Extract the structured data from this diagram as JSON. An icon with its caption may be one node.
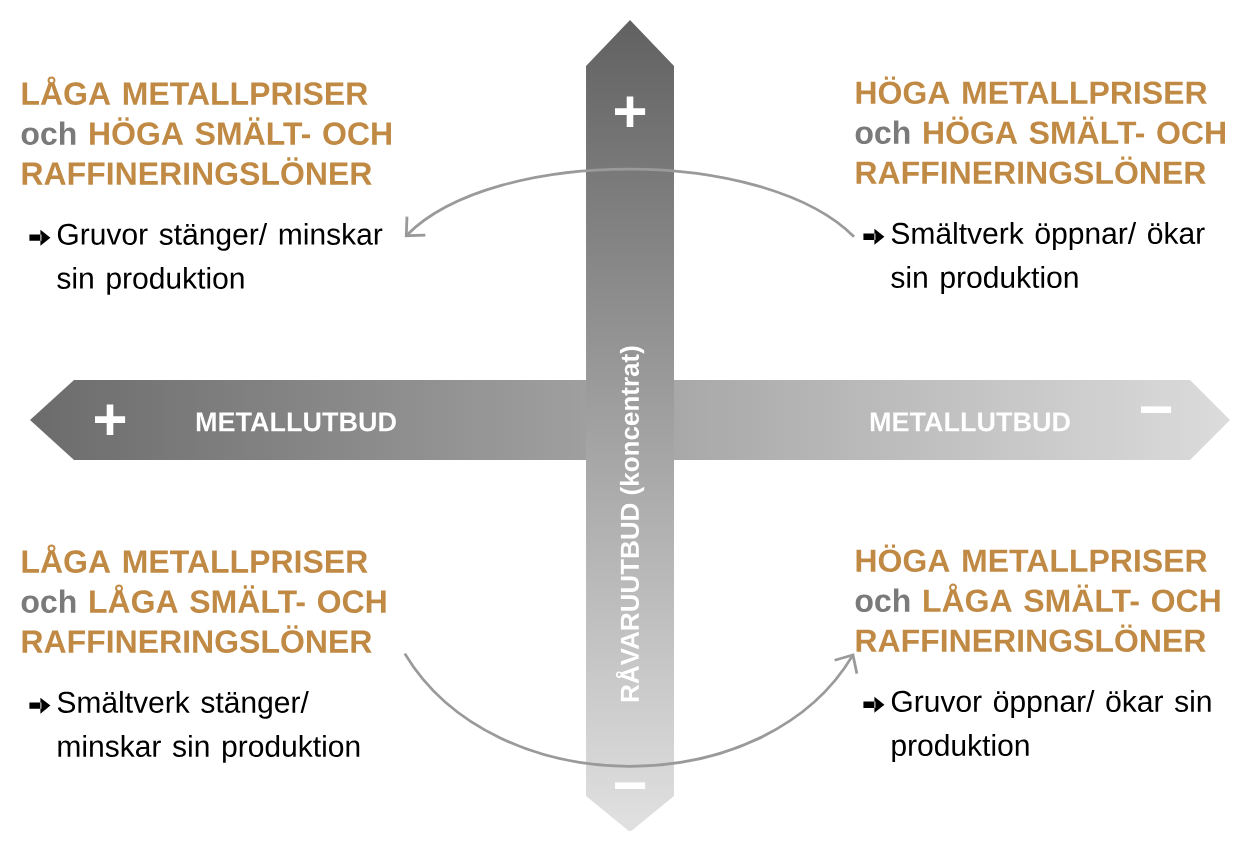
{
  "diagram": {
    "nodes": [
      {
        "text": [
          "LÅGA METALLPRISER",
          "och",
          "HÖGA SMÄLT- OCH RAFFINERINGSLÖNER",
          "Gruvor stänger/ minskar sin produktion"
        ]
      },
      {
        "text": [
          "HÖGA METALLPRISER",
          "och",
          "HÖGA SMÄLT- OCH RAFFINERINGSLÖNER",
          "Smältverk öppnar/ ökar sin produktion"
        ]
      },
      {
        "text": [
          "LÅGA METALLPRISER",
          "och",
          "LÅGA SMÄLT- OCH RAFFINERINGSLÖNER",
          "Smältverk stänger/ minskar sin produktion"
        ]
      },
      {
        "text": [
          "HÖGA METALLPRISER",
          "och",
          "LÅGA SMÄLT- OCH RAFFINERINGSLÖNER",
          "Gruvor öppnar/ ökar sin produktion"
        ]
      },
      {
        "text": [
          "+",
          "METALLUTBUD",
          "METALLUTBUD",
          "−"
        ]
      },
      {
        "text": [
          "+",
          "RÅVARUUTBUD (koncentrat)",
          "−"
        ]
      }
    ],
    "edges": [
      {
        "from": 1,
        "to": 0,
        "arrow": "to"
      },
      {
        "from": 2,
        "to": 3,
        "arrow": "to"
      }
    ]
  }
}
